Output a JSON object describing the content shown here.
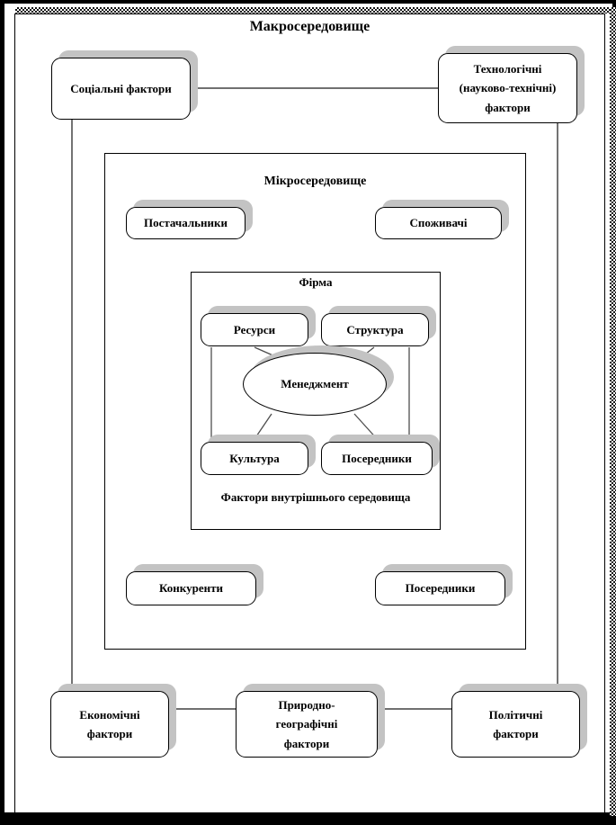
{
  "diagram": {
    "macro_title": "Макросередовище",
    "micro_title": "Мікросередовище",
    "firm_title": "Фірма",
    "internal_caption": "Фактори внутрішнього середовища",
    "nodes": {
      "social": "Соціальні фактори",
      "technological": "Технологічні\n(науково-технічні)\nфактори",
      "suppliers": "Постачальники",
      "consumers": "Споживачі",
      "resources": "Ресурси",
      "structure": "Структура",
      "management": "Менеджмент",
      "culture": "Культура",
      "intermediaries_inner": "Посередники",
      "competitors": "Конкуренти",
      "intermediaries_outer": "Посередники",
      "economic": "Економічні\nфактори",
      "natural_geographic": "Природно-\nгеографічні\nфактори",
      "political": "Політичні\nфактори"
    },
    "colors": {
      "page_background": "#ffffff",
      "frame_background": "#000000",
      "box_border": "#000000",
      "box_shadow": "#c3c3c3",
      "connector_line": "#595959"
    }
  }
}
